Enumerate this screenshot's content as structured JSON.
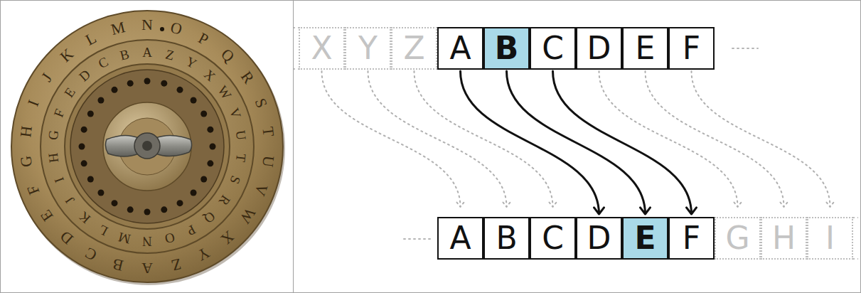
{
  "diagram": {
    "nodes": [
      {
        "text": [
          "X"
        ]
      },
      {
        "text": [
          "Y"
        ]
      },
      {
        "text": [
          "Z"
        ]
      },
      {
        "text": [
          "A"
        ]
      },
      {
        "text": [
          "B"
        ]
      },
      {
        "text": [
          "C"
        ]
      },
      {
        "text": [
          "D"
        ]
      },
      {
        "text": [
          "E"
        ]
      },
      {
        "text": [
          "F"
        ]
      },
      {
        "text": [
          "A"
        ]
      },
      {
        "text": [
          "B"
        ]
      },
      {
        "text": [
          "C"
        ]
      },
      {
        "text": [
          "D"
        ]
      },
      {
        "text": [
          "E"
        ]
      },
      {
        "text": [
          "F"
        ]
      },
      {
        "text": [
          "G"
        ]
      },
      {
        "text": [
          "H"
        ]
      },
      {
        "text": [
          "I"
        ]
      }
    ],
    "edges": [
      {
        "from": 0,
        "to": 9,
        "arrow": "to"
      },
      {
        "from": 1,
        "to": 10,
        "arrow": "to"
      },
      {
        "from": 2,
        "to": 11,
        "arrow": "to"
      },
      {
        "from": 3,
        "to": 12,
        "arrow": "to"
      },
      {
        "from": 4,
        "to": 13,
        "arrow": "to"
      },
      {
        "from": 5,
        "to": 14,
        "arrow": "to"
      },
      {
        "from": 6,
        "to": 15,
        "arrow": "to"
      },
      {
        "from": 7,
        "to": 16,
        "arrow": "to"
      },
      {
        "from": 8,
        "to": 17,
        "arrow": "to"
      }
    ],
    "labels": [
      "A",
      "B",
      "C",
      "D",
      "E",
      "F",
      "G",
      "H",
      "I",
      "J",
      "K",
      "L",
      "M",
      "N",
      "O",
      "P",
      "Q",
      "R",
      "S",
      "T",
      "U",
      "V",
      "W",
      "X",
      "Y",
      "Z",
      "A",
      "B",
      "C",
      "D",
      "E",
      "F",
      "G",
      "H",
      "I",
      "J",
      "K",
      "L",
      "M",
      "N",
      "O",
      "P",
      "Q",
      "R",
      "S",
      "T",
      "U",
      "V",
      "W",
      "X",
      "Y",
      "Z"
    ]
  }
}
